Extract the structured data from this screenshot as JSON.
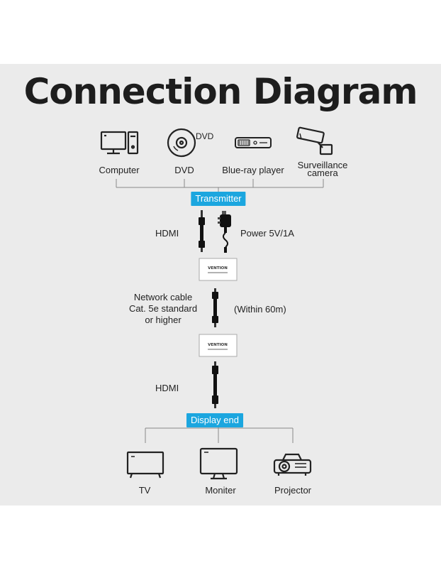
{
  "title": "Connection Diagram",
  "sources": [
    {
      "label": "Computer",
      "icon": "computer-icon"
    },
    {
      "label": "DVD",
      "icon": "dvd-disc-icon",
      "icon_text": "DVD"
    },
    {
      "label": "Blue-ray player",
      "icon": "blu-ray-player-icon"
    },
    {
      "label_line1": "Surveillance",
      "label_line2": "camera",
      "icon": "surveillance-camera-icon"
    }
  ],
  "transmitter_label": "Transmitter",
  "left_cable_label": "HDMI",
  "power_label": "Power 5V/1A",
  "device_brand": "VENTION",
  "network": {
    "line1": "Network cable",
    "line2": "Cat. 5e standard",
    "line3": "or higher"
  },
  "distance_label": "(Within 60m)",
  "bottom_cable_label": "HDMI",
  "display_label": "Display end",
  "outputs": [
    {
      "label": "TV",
      "icon": "tv-icon"
    },
    {
      "label": "Moniter",
      "icon": "monitor-icon"
    },
    {
      "label": "Projector",
      "icon": "projector-icon"
    }
  ],
  "colors": {
    "accent": "#1ba6df",
    "panel": "#ebebeb",
    "line": "#888888",
    "ink": "#222222"
  }
}
